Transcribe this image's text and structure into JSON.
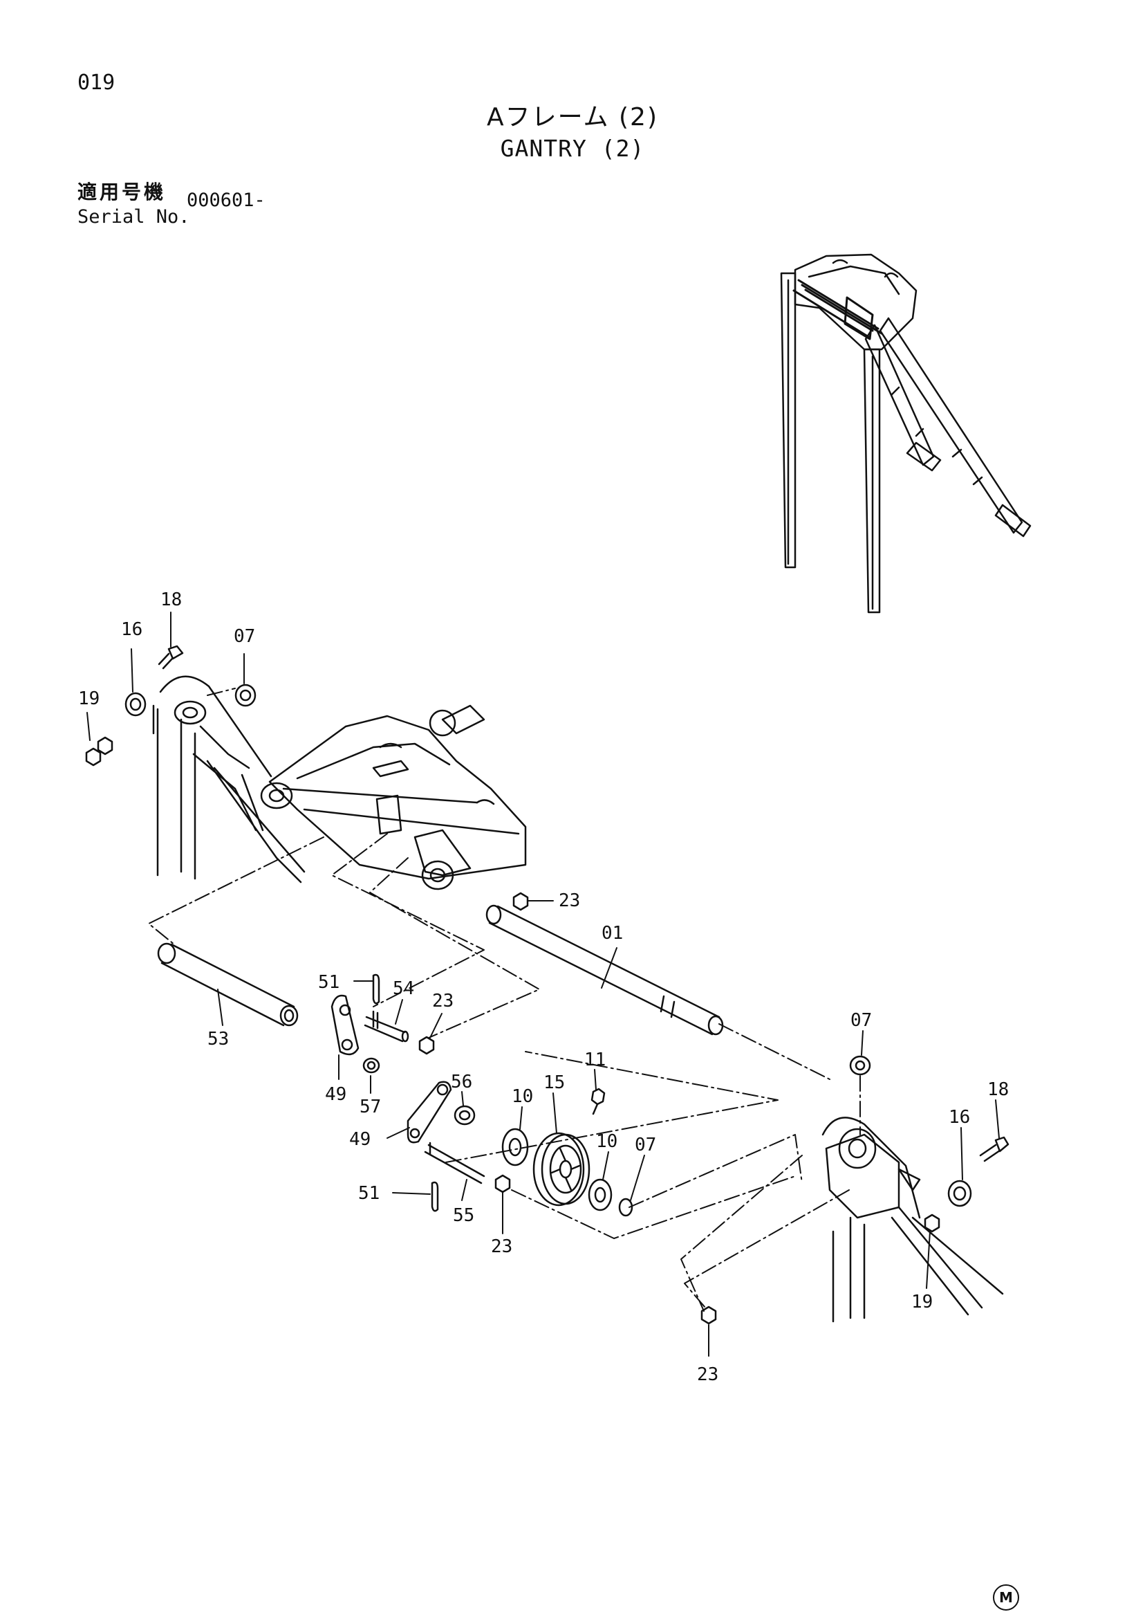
{
  "page": {
    "page_number": "019",
    "title_jp": "Aフレーム (2)",
    "title_en": "GANTRY (2)",
    "serial_label_jp": "適用号機",
    "serial_label_en": "Serial No.",
    "serial_value": "000601-",
    "trademark": "M"
  },
  "callouts": [
    {
      "id": "c18a",
      "label": "18"
    },
    {
      "id": "c16a",
      "label": "16"
    },
    {
      "id": "c07a",
      "label": "07"
    },
    {
      "id": "c19a",
      "label": "19"
    },
    {
      "id": "c23a",
      "label": "23"
    },
    {
      "id": "c01",
      "label": "01"
    },
    {
      "id": "c51a",
      "label": "51"
    },
    {
      "id": "c54",
      "label": "54"
    },
    {
      "id": "c23b",
      "label": "23"
    },
    {
      "id": "c53",
      "label": "53"
    },
    {
      "id": "c49a",
      "label": "49"
    },
    {
      "id": "c57",
      "label": "57"
    },
    {
      "id": "c56",
      "label": "56"
    },
    {
      "id": "c10a",
      "label": "10"
    },
    {
      "id": "c15",
      "label": "15"
    },
    {
      "id": "c11",
      "label": "11"
    },
    {
      "id": "c49b",
      "label": "49"
    },
    {
      "id": "c10b",
      "label": "10"
    },
    {
      "id": "c07b",
      "label": "07"
    },
    {
      "id": "c51b",
      "label": "51"
    },
    {
      "id": "c55",
      "label": "55"
    },
    {
      "id": "c23c",
      "label": "23"
    },
    {
      "id": "c07c",
      "label": "07"
    },
    {
      "id": "c18b",
      "label": "18"
    },
    {
      "id": "c16b",
      "label": "16"
    },
    {
      "id": "c19b",
      "label": "19"
    },
    {
      "id": "c23d",
      "label": "23"
    }
  ],
  "colors": {
    "ink": "#111111",
    "paper": "#ffffff"
  }
}
